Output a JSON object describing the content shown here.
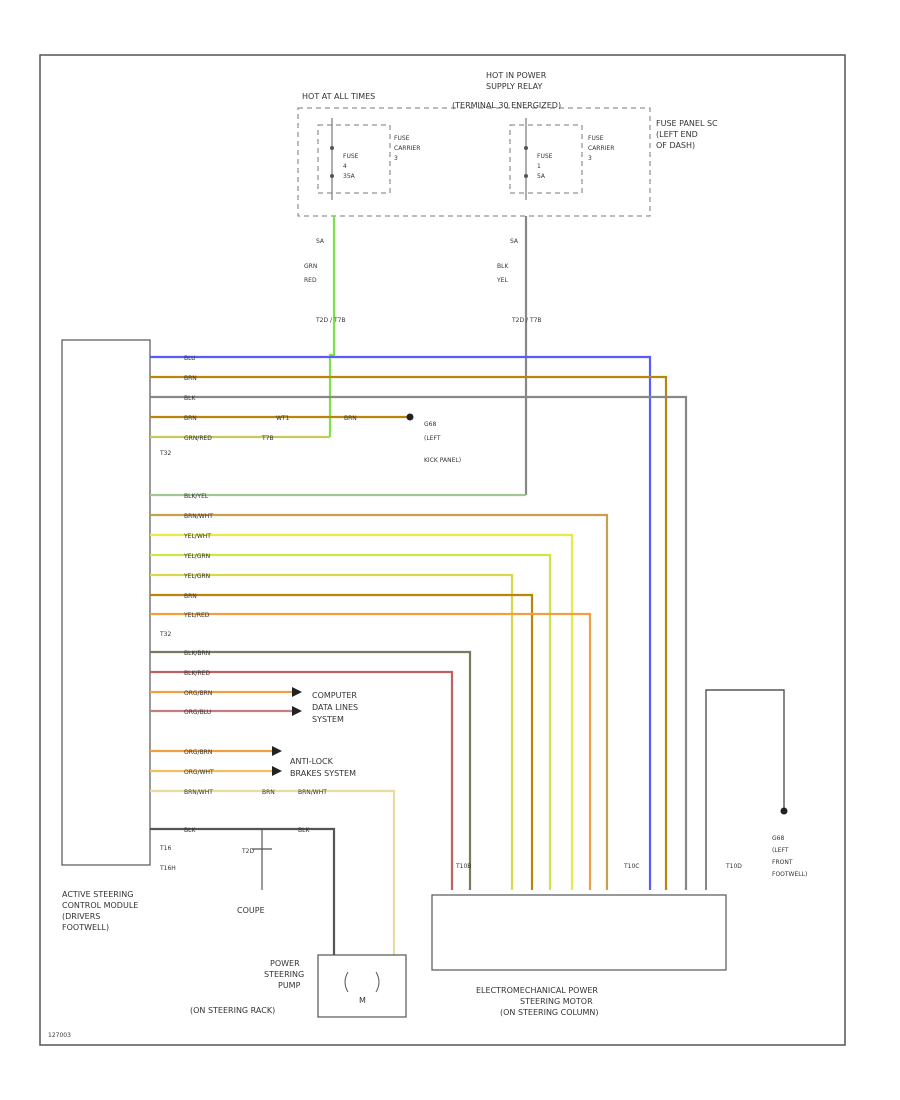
{
  "colors": {
    "gray": "#888888",
    "green": "#7ee04a",
    "blue": "#5a5aff",
    "brown": "#b8860b",
    "yellow": "#e8e84a",
    "yellow_green": "#c8e84a",
    "orange": "#f0a040",
    "red_brown": "#c04040",
    "cream": "#e8dca0"
  },
  "power": {
    "hot_at_all_times": "HOT AT ALL TIMES",
    "hot_in_relay_1": "HOT IN POWER",
    "hot_in_relay_2": "SUPPLY RELAY",
    "hot_in_relay_3": "(TERMINAL 30 ENERGIZED)",
    "fuse_panel_1": "FUSE PANEL SC",
    "fuse_panel_2": "(LEFT END",
    "fuse_panel_3": "OF DASH)",
    "fuse_a_name": "FUSE",
    "fuse_a_num": "4",
    "fuse_a_amp": "35A",
    "fuse_b_name": "FUSE",
    "fuse_b_num": "1",
    "fuse_b_amp": "5A",
    "carrier_a_1": "FUSE",
    "carrier_a_2": "CARRIER",
    "carrier_a_3": "3",
    "carrier_b_1": "FUSE",
    "carrier_b_2": "CARRIER",
    "carrier_b_3": "3",
    "wire_a_1": "GRN",
    "wire_a_2": "RED",
    "wire_b_1": "BLK",
    "wire_b_2": "YEL",
    "pin_a": "SA",
    "pin_b": "SA",
    "conn_a": "T2D / T7B",
    "conn_b": "T2D / T7B"
  },
  "module": {
    "name_1": "ACTIVE STEERING",
    "name_2": "CONTROL MODULE",
    "name_3": "(DRIVERS",
    "name_4": "FOOTWELL)",
    "conn_1": "T32",
    "conn_2": "T32",
    "conn_3": "T16",
    "conn_4": "T16H"
  },
  "wires": {
    "w1": "BLU",
    "w2": "BRN",
    "w3": "BLK",
    "w4": "BRN",
    "w5": "GRN/RED",
    "w6": "BLK/YEL",
    "w7": "BRN/WHT",
    "w8": "YEL/WHT",
    "w9": "YEL/GRN",
    "w10": "YEL/GRN",
    "w11": "BRN",
    "w12": "YEL/RED",
    "w13": "BLK/BRN",
    "w14": "BLK/RED",
    "w15": "ORG/BRN",
    "w16": "ORG/BLU",
    "w17": "ORG/BRN",
    "w18": "ORG/WHT",
    "w19": "BRN/WHT",
    "w20": "BLK",
    "splice_1": "WT1",
    "splice_2": "T7B",
    "splice_3": "BRN",
    "splice_4": "BRN",
    "splice_5": "BRN/WHT",
    "splice_6": "BLK"
  },
  "grounds": {
    "g1_1": "G68",
    "g1_2": "(LEFT",
    "g1_3": "KICK PANEL)",
    "g2_1": "G68",
    "g2_2": "(LEFT",
    "g2_3": "FRONT",
    "g2_4": "FOOTWELL)",
    "coupe": "COUPE",
    "coupe_conn": "T2D"
  },
  "systems": {
    "computer_1": "COMPUTER",
    "computer_2": "DATA LINES",
    "computer_3": "SYSTEM",
    "antilock_1": "ANTI-LOCK",
    "antilock_2": "BRAKES SYSTEM"
  },
  "pump": {
    "name_1": "POWER",
    "name_2": "STEERING",
    "name_3": "PUMP",
    "name_4": "(ON STEERING RACK)",
    "symbol": "M"
  },
  "motor": {
    "name_1": "ELECTROMECHANICAL POWER",
    "name_2": "STEERING MOTOR",
    "name_3": "(ON STEERING COLUMN)",
    "conn_1": "T10B",
    "conn_2": "T10C",
    "conn_3": "T10D"
  },
  "footer": {
    "code": "127003"
  }
}
